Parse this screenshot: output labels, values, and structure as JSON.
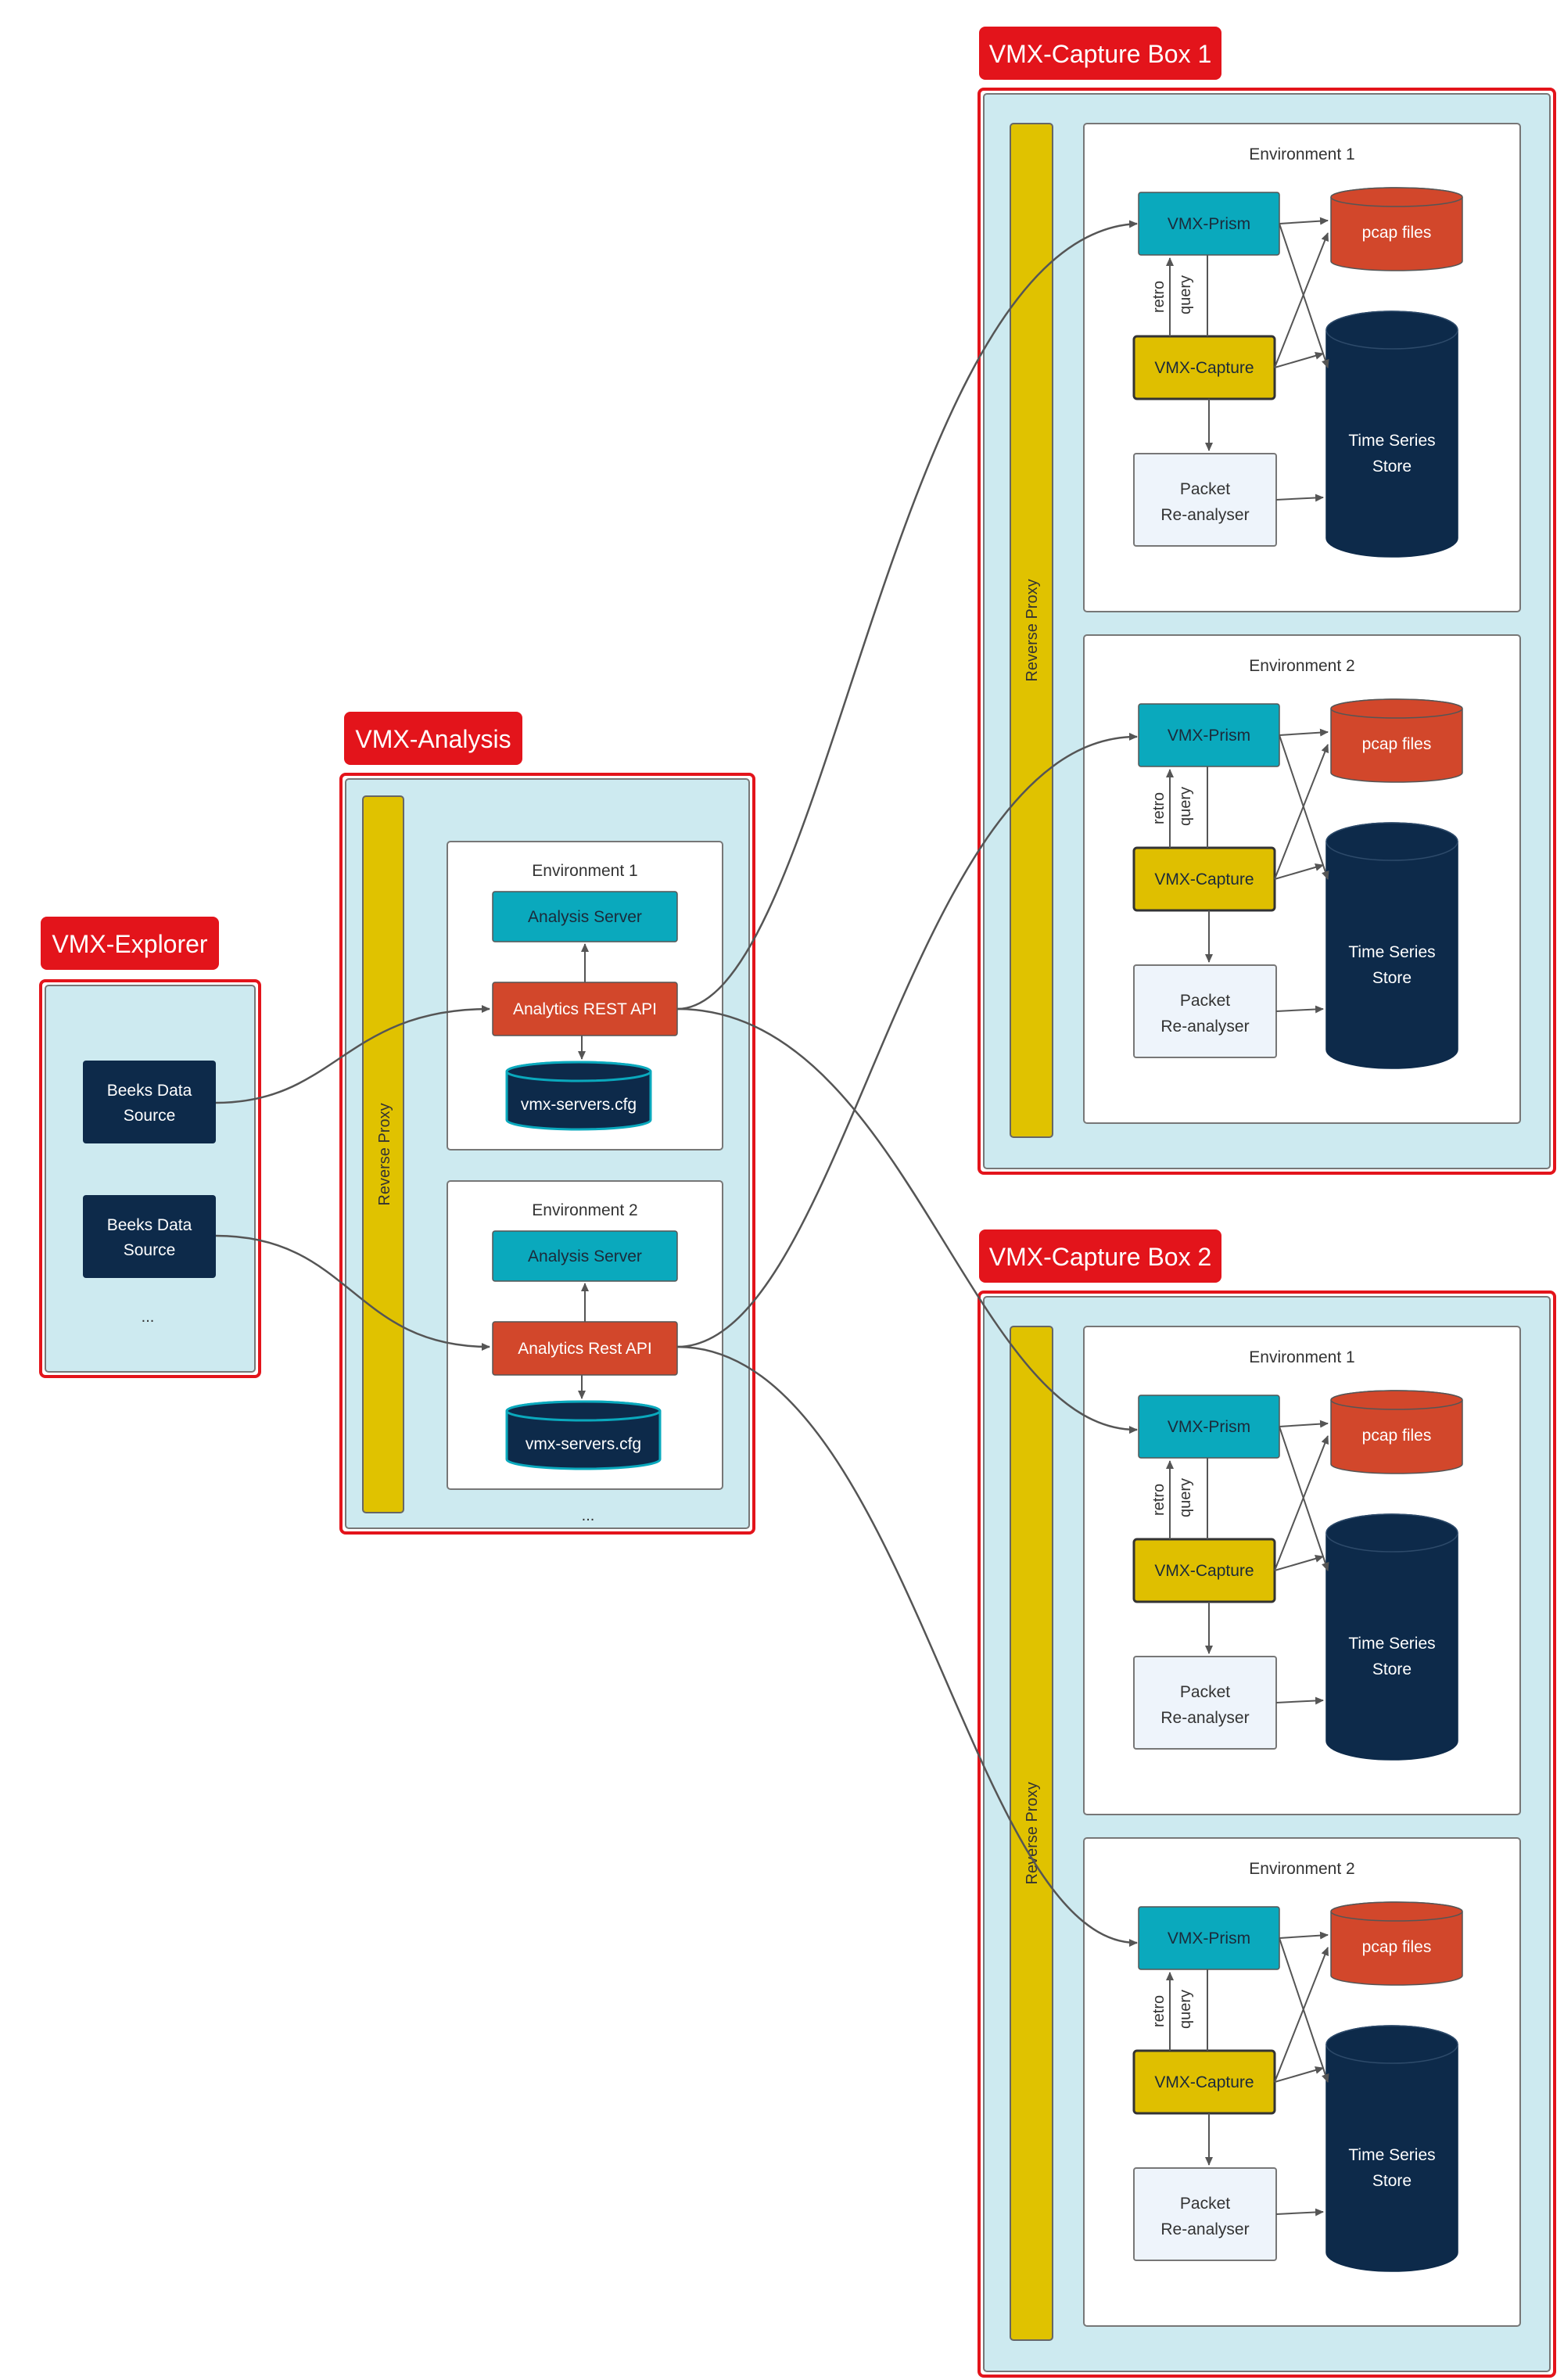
{
  "explorer": {
    "title": "VMX-Explorer",
    "sources": [
      {
        "line1": "Beeks Data",
        "line2": "Source"
      },
      {
        "line1": "Beeks Data",
        "line2": "Source"
      }
    ],
    "ellipsis": "..."
  },
  "analysis": {
    "title": "VMX-Analysis",
    "proxy": "Reverse Proxy",
    "ellipsis": "...",
    "environments": [
      {
        "title": "Environment 1",
        "server": "Analysis Server",
        "api": "Analytics REST API",
        "config": "vmx-servers.cfg"
      },
      {
        "title": "Environment 2",
        "server": "Analysis Server",
        "api": "Analytics Rest API",
        "config": "vmx-servers.cfg"
      }
    ]
  },
  "capture_boxes": [
    {
      "title": "VMX-Capture Box 1",
      "proxy": "Reverse Proxy",
      "environments": [
        {
          "title": "Environment 1",
          "prism": "VMX-Prism",
          "capture": "VMX-Capture",
          "pcap": "pcap files",
          "store_line1": "Time Series",
          "store_line2": "Store",
          "reanalyser_line1": "Packet",
          "reanalyser_line2": "Re-analyser",
          "retro": "retro",
          "query": "query"
        },
        {
          "title": "Environment 2",
          "prism": "VMX-Prism",
          "capture": "VMX-Capture",
          "pcap": "pcap files",
          "store_line1": "Time Series",
          "store_line2": "Store",
          "reanalyser_line1": "Packet",
          "reanalyser_line2": "Re-analyser",
          "retro": "retro",
          "query": "query"
        }
      ]
    },
    {
      "title": "VMX-Capture Box 2",
      "proxy": "Reverse Proxy",
      "environments": [
        {
          "title": "Environment 1",
          "prism": "VMX-Prism",
          "capture": "VMX-Capture",
          "pcap": "pcap files",
          "store_line1": "Time Series",
          "store_line2": "Store",
          "reanalyser_line1": "Packet",
          "reanalyser_line2": "Re-analyser",
          "retro": "retro",
          "query": "query"
        },
        {
          "title": "Environment 2",
          "prism": "VMX-Prism",
          "capture": "VMX-Capture",
          "pcap": "pcap files",
          "store_line1": "Time Series",
          "store_line2": "Store",
          "reanalyser_line1": "Packet",
          "reanalyser_line2": "Re-analyser",
          "retro": "retro",
          "query": "query"
        }
      ]
    }
  ],
  "colors": {
    "red": "#e3141b",
    "panel": "#cdeaf0",
    "proxy": "#e0c200",
    "teal": "#0aa9bd",
    "orange": "#d2472b",
    "navy": "#0d2a4a",
    "capture": "#dfbf00",
    "reanalyser": "#eef4fb",
    "line": "#555555"
  }
}
